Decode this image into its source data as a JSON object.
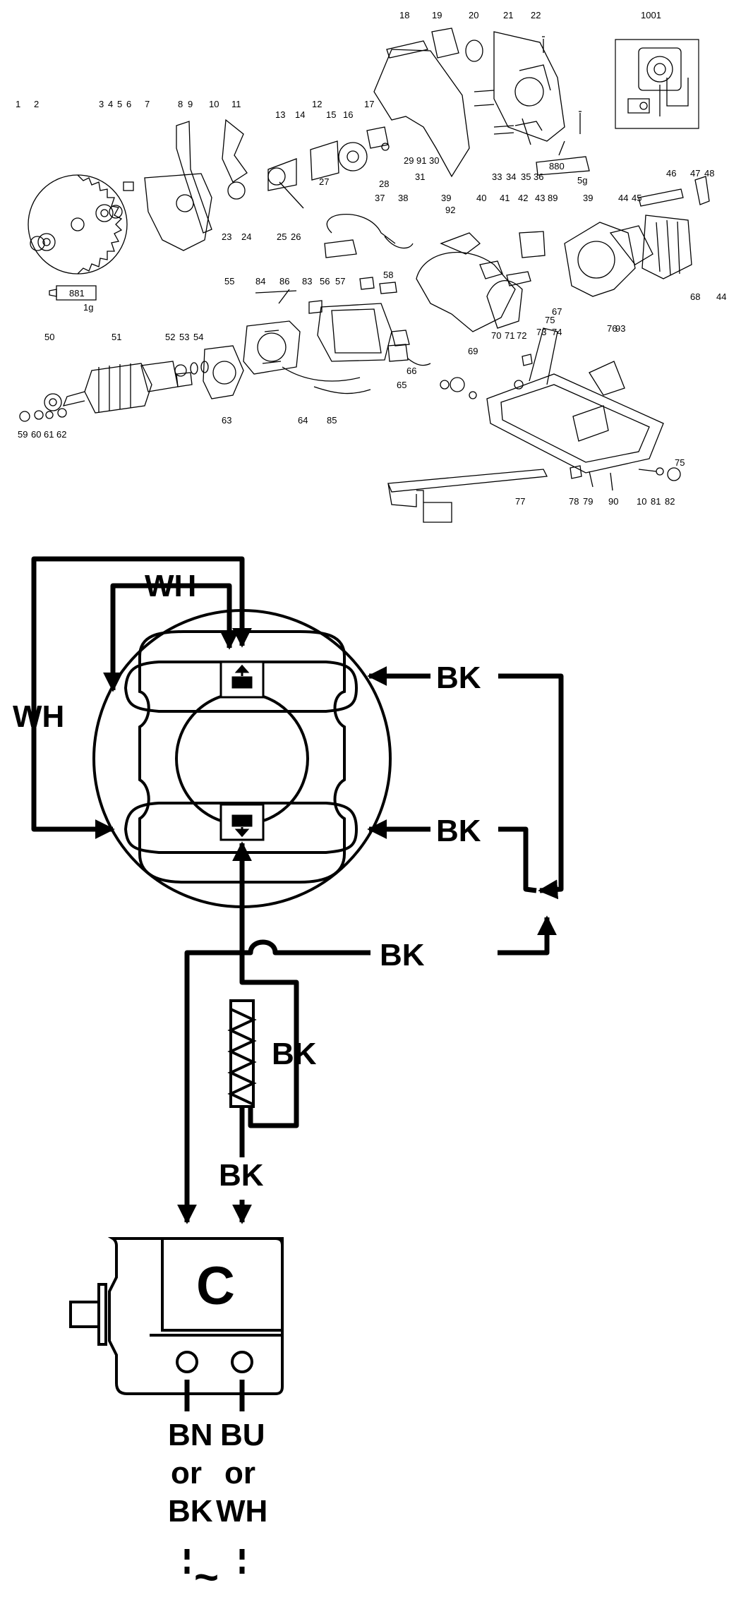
{
  "exploded_view": {
    "part_numbers": {
      "p1": "1",
      "p2": "2",
      "p3": "3",
      "p4": "4",
      "p5": "5",
      "p6": "6",
      "p7": "7",
      "p8": "8",
      "p9": "9",
      "p10": "10",
      "p11": "11",
      "p12": "12",
      "p13": "13",
      "p14": "14",
      "p15": "15",
      "p16": "16",
      "p17": "17",
      "p18": "18",
      "p19": "19",
      "p20": "20",
      "p21": "21",
      "p22": "22",
      "p23": "23",
      "p24": "24",
      "p25": "25",
      "p26": "26",
      "p27": "27",
      "p28": "28",
      "p29": "29",
      "p30": "30",
      "p31": "31",
      "p33": "33",
      "p34": "34",
      "p35": "35",
      "p36": "36",
      "p37": "37",
      "p38": "38",
      "p39": "39",
      "p39b": "39",
      "p40": "40",
      "p41": "41",
      "p42": "42",
      "p43": "43",
      "p44": "44",
      "p44b": "44",
      "p45": "45",
      "p46": "46",
      "p47": "47",
      "p48": "48",
      "p50": "50",
      "p51": "51",
      "p52": "52",
      "p53": "53",
      "p54": "54",
      "p55": "55",
      "p56": "56",
      "p57": "57",
      "p58": "58",
      "p59": "59",
      "p60": "60",
      "p61": "61",
      "p62": "62",
      "p63": "63",
      "p64": "64",
      "p65": "65",
      "p66": "66",
      "p67": "67",
      "p68": "68",
      "p69": "69",
      "p70": "70",
      "p71": "71",
      "p72": "72",
      "p73": "73",
      "p74": "74",
      "p75": "75",
      "p75b": "75",
      "p76": "76",
      "p77": "77",
      "p78": "78",
      "p79": "79",
      "p81": "81",
      "p82": "82",
      "p83": "83",
      "p84": "84",
      "p85": "85",
      "p86": "86",
      "p89": "89",
      "p90": "90",
      "p91": "91",
      "p92": "92",
      "p93": "93",
      "p10b": "10",
      "p1001": "1001"
    },
    "grease_881": "881",
    "grease_881_qty": "1g",
    "grease_880": "880",
    "grease_880_qty": "5g"
  },
  "wiring": {
    "wires": {
      "wh_top": "WH",
      "wh_left": "WH",
      "bk_right_top": "BK",
      "bk_right_bottom": "BK",
      "bk_center": "BK",
      "bk_capacitor": "BK",
      "bk_switch": "BK"
    },
    "switch_label": "C",
    "supply_left": [
      "BN",
      "or",
      "BK"
    ],
    "supply_right": [
      "BU",
      "or",
      "WH"
    ],
    "ac_symbol": "~"
  }
}
